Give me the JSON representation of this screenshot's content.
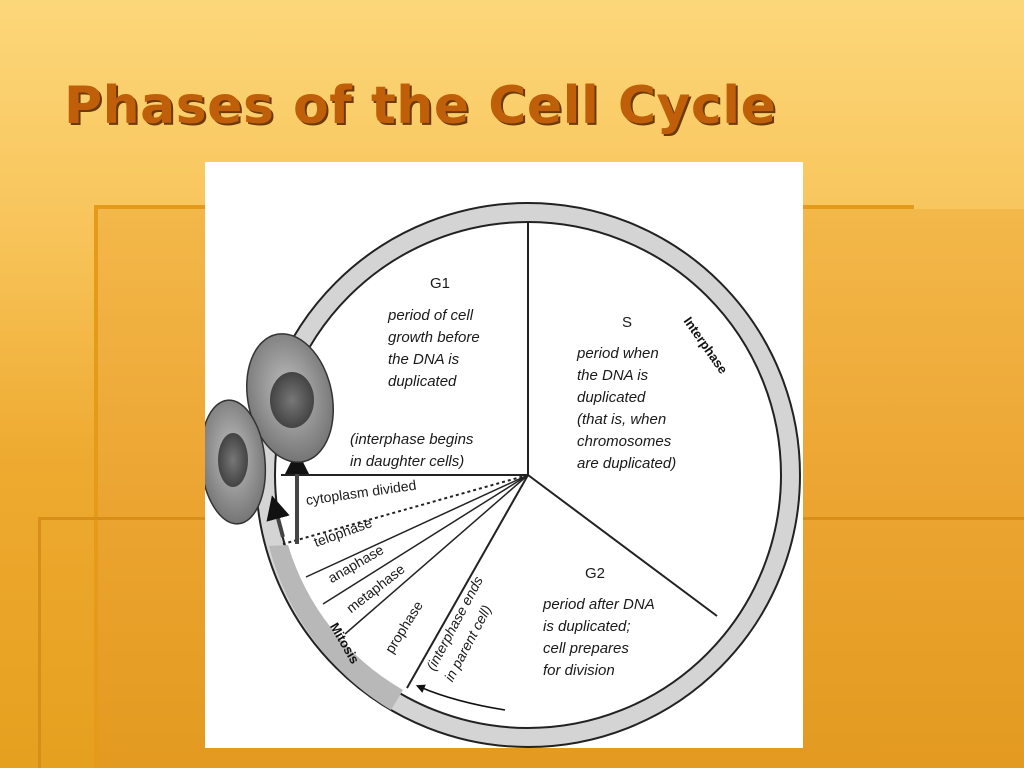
{
  "slide": {
    "title": "Phases of the Cell Cycle"
  },
  "diagram": {
    "ring_labels": {
      "interphase": "Interphase",
      "mitosis": "Mitosis"
    },
    "g1": {
      "name": "G1",
      "description": [
        "period of cell",
        "growth before",
        "the DNA is",
        "duplicated"
      ],
      "note": [
        "(interphase begins",
        "in daughter cells)"
      ]
    },
    "s": {
      "name": "S",
      "description": [
        "period when",
        "the DNA is",
        "duplicated",
        "(that is, when",
        "chromosomes",
        "are duplicated)"
      ]
    },
    "g2": {
      "name": "G2",
      "description": [
        "period after DNA",
        "is duplicated;",
        "cell prepares",
        "for division"
      ]
    },
    "mitosis_phases": [
      "cytoplasm divided",
      "telophase",
      "anaphase",
      "metaphase",
      "prophase"
    ],
    "interphase_end": [
      "(interphase ends",
      "in parent cell)"
    ]
  }
}
